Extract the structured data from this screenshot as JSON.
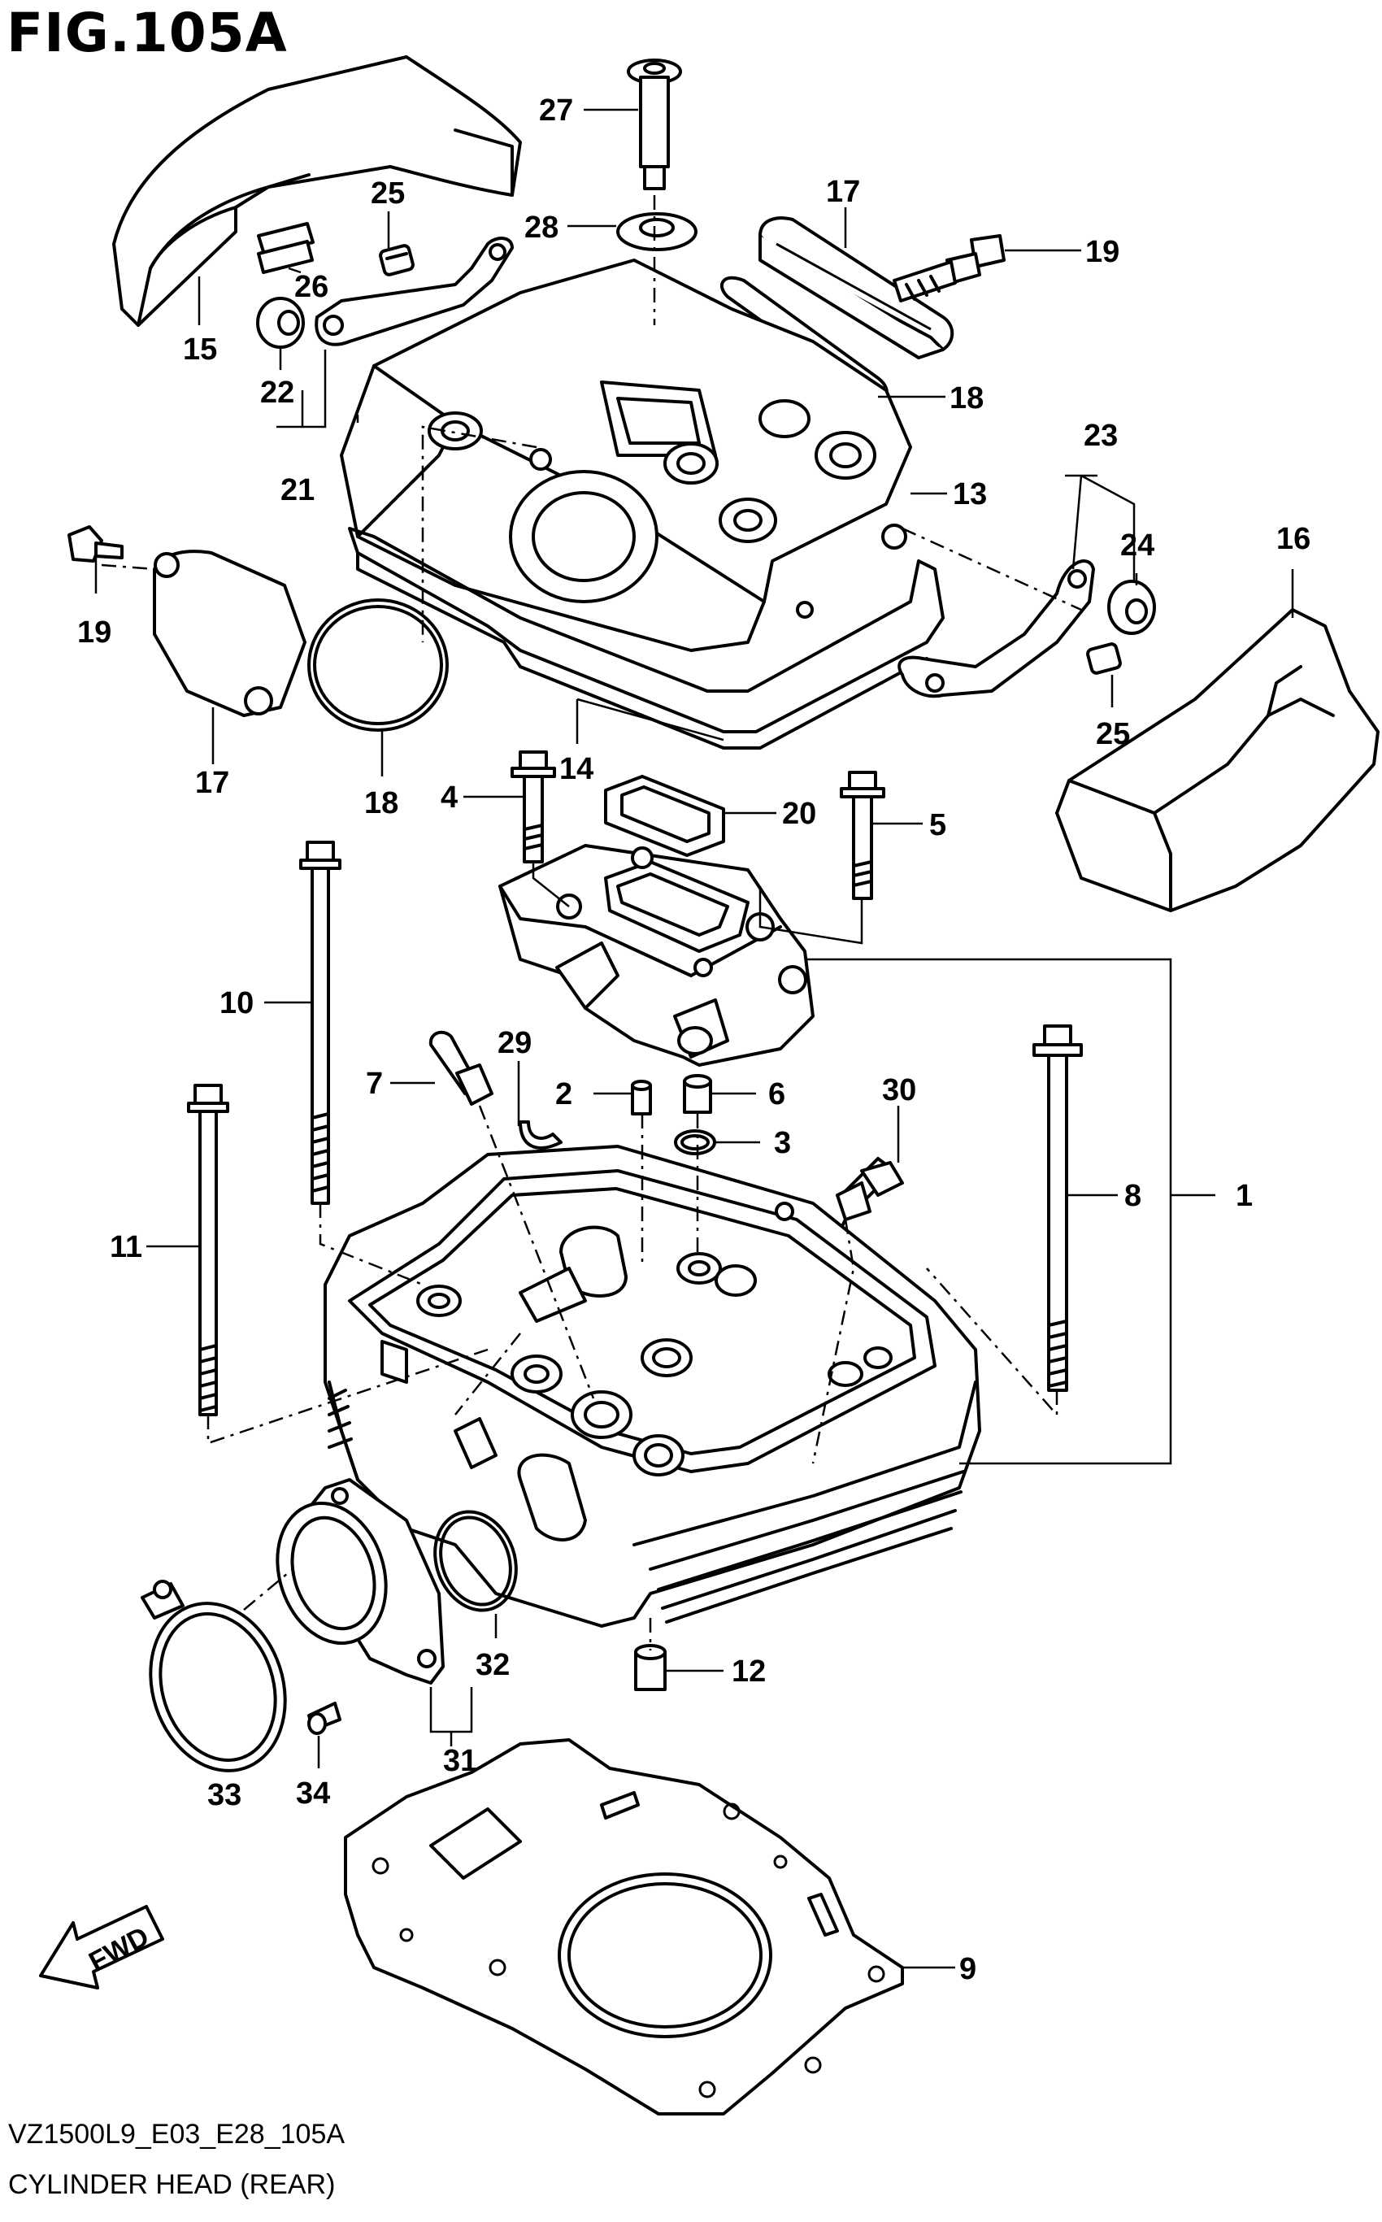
{
  "figure": {
    "title": "FIG.105A",
    "model_code": "VZ1500L9_E03_E28_105A",
    "caption": "CYLINDER HEAD (REAR)",
    "direction_label": "FWD"
  },
  "callouts": [
    {
      "id": "c1",
      "label": "1"
    },
    {
      "id": "c2",
      "label": "2"
    },
    {
      "id": "c3",
      "label": "3"
    },
    {
      "id": "c4",
      "label": "4"
    },
    {
      "id": "c5",
      "label": "5"
    },
    {
      "id": "c6",
      "label": "6"
    },
    {
      "id": "c7",
      "label": "7"
    },
    {
      "id": "c8",
      "label": "8"
    },
    {
      "id": "c9",
      "label": "9"
    },
    {
      "id": "c10",
      "label": "10"
    },
    {
      "id": "c11",
      "label": "11"
    },
    {
      "id": "c12",
      "label": "12"
    },
    {
      "id": "c13",
      "label": "13"
    },
    {
      "id": "c14",
      "label": "14"
    },
    {
      "id": "c15",
      "label": "15"
    },
    {
      "id": "c16",
      "label": "16"
    },
    {
      "id": "c17a",
      "label": "17"
    },
    {
      "id": "c17b",
      "label": "17"
    },
    {
      "id": "c18a",
      "label": "18"
    },
    {
      "id": "c18b",
      "label": "18"
    },
    {
      "id": "c19a",
      "label": "19"
    },
    {
      "id": "c19b",
      "label": "19"
    },
    {
      "id": "c20",
      "label": "20"
    },
    {
      "id": "c21",
      "label": "21"
    },
    {
      "id": "c22",
      "label": "22"
    },
    {
      "id": "c23",
      "label": "23"
    },
    {
      "id": "c24",
      "label": "24"
    },
    {
      "id": "c25a",
      "label": "25"
    },
    {
      "id": "c25b",
      "label": "25"
    },
    {
      "id": "c26",
      "label": "26"
    },
    {
      "id": "c27",
      "label": "27"
    },
    {
      "id": "c28",
      "label": "28"
    },
    {
      "id": "c29",
      "label": "29"
    },
    {
      "id": "c30",
      "label": "30"
    },
    {
      "id": "c31",
      "label": "31"
    },
    {
      "id": "c32",
      "label": "32"
    },
    {
      "id": "c33",
      "label": "33"
    },
    {
      "id": "c34",
      "label": "34"
    }
  ]
}
